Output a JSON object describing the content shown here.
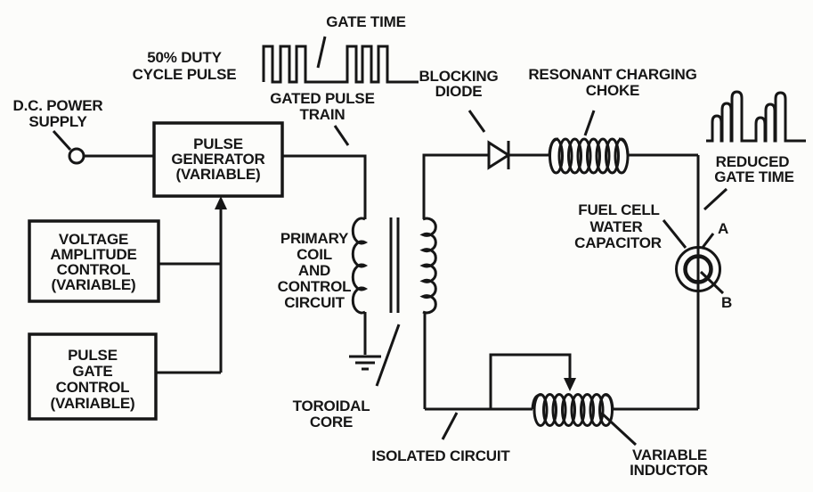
{
  "colors": {
    "ink": "#161616",
    "paper": "#fcfcfa"
  },
  "labels": {
    "gate_time": "GATE TIME",
    "duty_cycle": [
      "50% DUTY",
      "CYCLE PULSE"
    ],
    "gated_pulse_train": [
      "GATED PULSE",
      "TRAIN"
    ],
    "dc_power": [
      "D.C. POWER",
      "SUPPLY"
    ],
    "pulse_generator": [
      "PULSE",
      "GENERATOR",
      "(VARIABLE)"
    ],
    "voltage_amplitude": [
      "VOLTAGE",
      "AMPLITUDE",
      "CONTROL",
      "(VARIABLE)"
    ],
    "pulse_gate": [
      "PULSE",
      "GATE",
      "CONTROL",
      "(VARIABLE)"
    ],
    "primary_coil": [
      "PRIMARY",
      "COIL",
      "AND",
      "CONTROL",
      "CIRCUIT"
    ],
    "toroidal_core": [
      "TOROIDAL",
      "CORE"
    ],
    "blocking_diode": [
      "BLOCKING",
      "DIODE"
    ],
    "resonant_choke": [
      "RESONANT CHARGING",
      "CHOKE"
    ],
    "reduced_gate_time": [
      "REDUCED",
      "GATE TIME"
    ],
    "fuel_cell_capacitor": [
      "FUEL CELL",
      "WATER",
      "CAPACITOR"
    ],
    "terminal_a": "A",
    "terminal_b": "B",
    "isolated_circuit": "ISOLATED CIRCUIT",
    "variable_inductor": [
      "VARIABLE",
      "INDUCTOR"
    ]
  }
}
